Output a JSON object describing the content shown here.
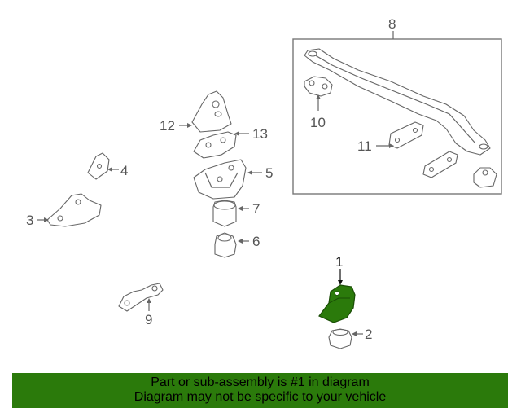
{
  "diagram": {
    "callouts": {
      "c1": "1",
      "c2": "2",
      "c3": "3",
      "c4": "4",
      "c5": "5",
      "c6": "6",
      "c7": "7",
      "c8": "8",
      "c9": "9",
      "c10": "10",
      "c11": "11",
      "c12": "12",
      "c13": "13"
    },
    "highlighted_part": "1",
    "colors": {
      "highlight": "#2b7a0b",
      "line": "#666666",
      "banner_bg": "#2b7a0b",
      "banner_text": "#000000"
    }
  },
  "banner": {
    "line1": "Part or sub-assembly is #1 in diagram",
    "line2": "Diagram may not be specific to your vehicle"
  }
}
